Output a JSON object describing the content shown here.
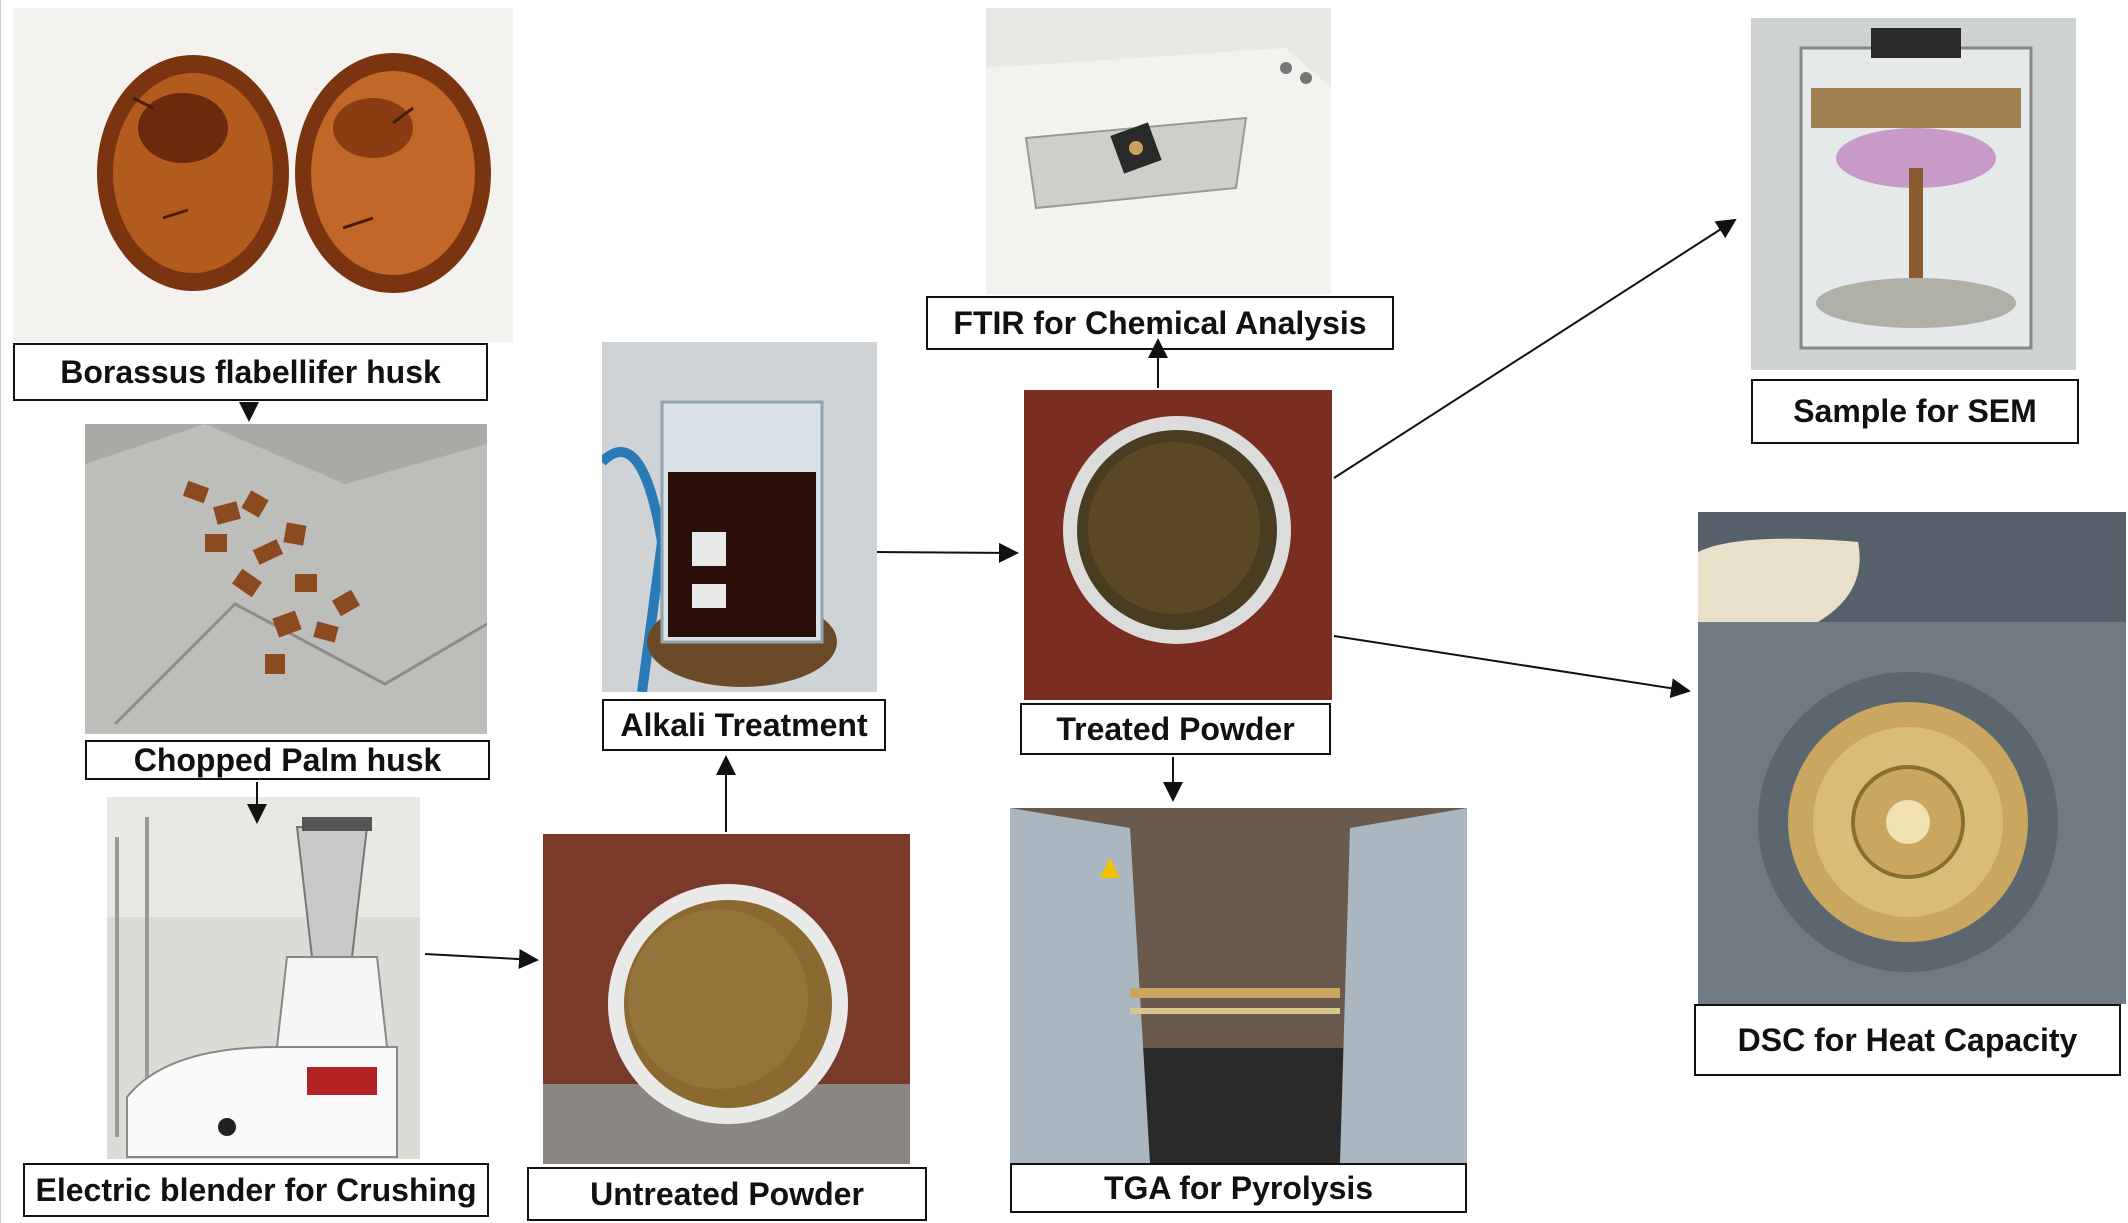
{
  "nodes": {
    "husk": {
      "label": "Borassus flabellifer husk",
      "image": "palm-husk-halves"
    },
    "chopped": {
      "label": "Chopped Palm husk",
      "image": "chopped-husk-on-foil"
    },
    "blender": {
      "label": "Electric blender for Crushing",
      "image": "electric-blender"
    },
    "untreated": {
      "label": "Untreated Powder",
      "image": "untreated-powder-dish"
    },
    "alkali": {
      "label": "Alkali Treatment",
      "image": "beaker-on-hotplate"
    },
    "treated": {
      "label": "Treated Powder",
      "image": "treated-powder-dish"
    },
    "ftir": {
      "label": "FTIR for Chemical Analysis",
      "image": "ftir-instrument"
    },
    "sem": {
      "label": "Sample for SEM",
      "image": "sputter-coater-chamber"
    },
    "dsc": {
      "label": "DSC for Heat Capacity",
      "image": "dsc-instrument"
    },
    "tga": {
      "label": "TGA for Pyrolysis",
      "image": "tga-instrument"
    }
  },
  "edges": [
    {
      "from": "husk",
      "to": "chopped"
    },
    {
      "from": "chopped",
      "to": "blender"
    },
    {
      "from": "blender",
      "to": "untreated"
    },
    {
      "from": "untreated",
      "to": "alkali"
    },
    {
      "from": "alkali",
      "to": "treated"
    },
    {
      "from": "treated",
      "to": "ftir"
    },
    {
      "from": "treated",
      "to": "sem"
    },
    {
      "from": "treated",
      "to": "dsc"
    },
    {
      "from": "treated",
      "to": "tga"
    }
  ],
  "colors": {
    "label_border": "#111111",
    "arrow": "#111111"
  }
}
